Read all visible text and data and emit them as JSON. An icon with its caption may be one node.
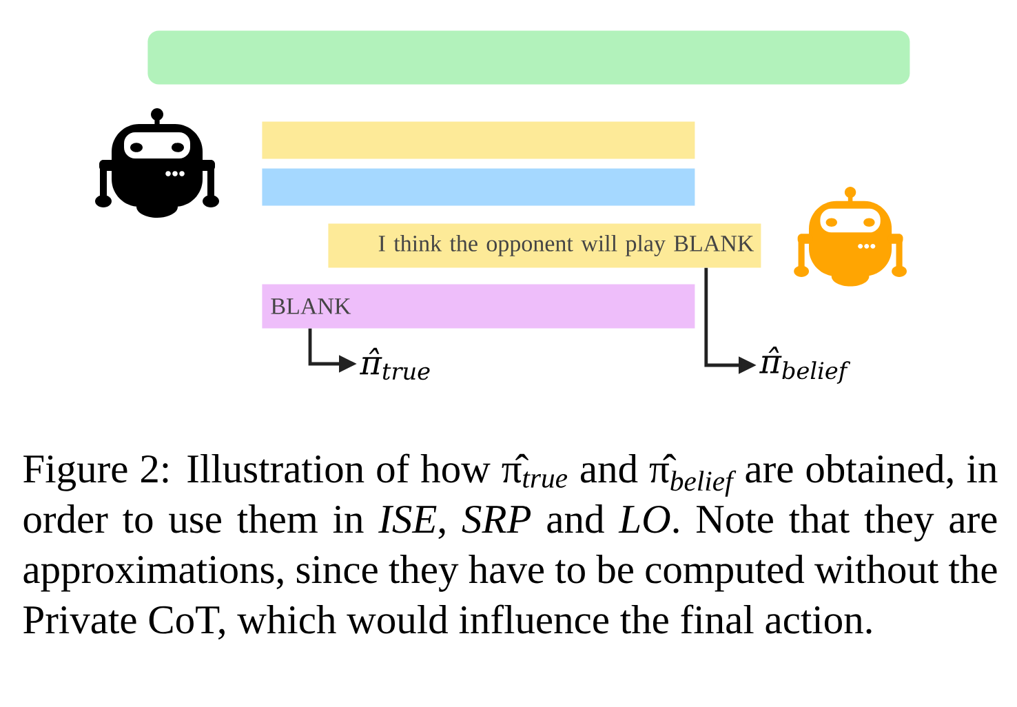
{
  "diagram": {
    "nodes": [
      {
        "text": [],
        "shape": "bar"
      },
      {
        "text": [],
        "shape": "bar"
      },
      {
        "text": [],
        "shape": "bar"
      },
      {
        "text": [
          "I think the opponent will play BLANK"
        ]
      },
      {
        "text": [
          "BLANK"
        ]
      },
      {
        "text": [
          "π̂$_{true}$"
        ]
      },
      {
        "text": [
          "π̂$_{belief}$"
        ]
      }
    ],
    "edges": [
      {
        "from": 4,
        "to": 5,
        "arrow": "to"
      },
      {
        "from": 3,
        "to": 6,
        "arrow": "to"
      }
    ],
    "caption": "Figure 2: Illustration of how π̂*$_{true}$* and π̂*$_{belief}$* are obtained, in order to use them in *ISE*, *SRP* and *LO*. Note that they are approximations, since they have to be computed without the Private CoT, which would influence the final action."
  }
}
